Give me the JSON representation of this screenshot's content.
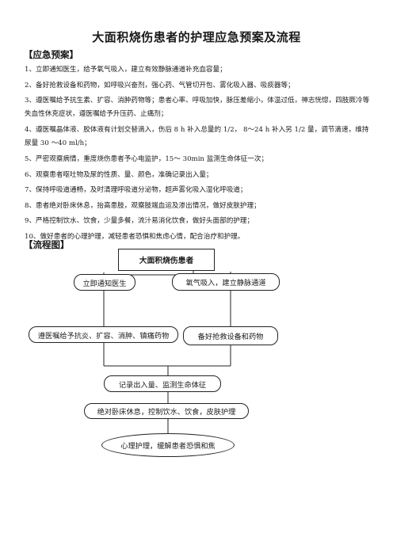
{
  "title": "大面积烧伤患者的护理应急预案及流程",
  "plan_heading": "【应急预案】",
  "items": [
    "1、立即通知医生，给予氧气吸入，建立有效静脉通道补充血容量；",
    "2、备好抢救设备和药物，如呼吸兴奋剂，强心药、气管切开包、雾化吸入器、吸痰器等；",
    "3、遵医嘱给予抗生素、扩容、消肿药物等；患者心率、呼吸加快，脉压差缩小，体温过低，神志恍惚，四肢厥冷等失血性休克症状，遵医嘱给予升压药、止痛剂；",
    "4、遵医嘱晶体液、胶体液有计划交替滴入，伤后 8 h 补入总量的 1/2， 8～24 h 补入另 1/2 量，调节滴速，维持尿量 30 ～40 ml/h；",
    "5、严密观察病情，重度烧伤患者予心电监护，15～ 30min 监测生命体征一次；",
    "6、观察患者呕吐物及尿的性质、量、颜色，准确记录出入量；",
    "7、保持呼吸道通畅，及时清理呼吸道分泌物，超声雾化吸入湿化呼吸道；",
    "8、患者绝对卧床休息，抬高患肢，观察肢端血运及渗出情况，做好皮肤护理；",
    "9、严格控制饮水、饮食，少量多餐，流汁易消化饮食，做好头面部的护理；",
    "10、做好患者的心理护理，减轻患者恐惧和焦虑心情，配合治疗和护理。"
  ],
  "flow_heading": "【流程图】",
  "flow": {
    "start": "大面积烧伤患者",
    "notify": "立即通知医生",
    "oxygen": "氧气吸入，建立静脉通道",
    "meds": "遵医嘱给予抗炎、扩容、消肿、镇痛药物",
    "equipment": "备好抢救设备和药物",
    "record": "记录出入量、监测生命体征",
    "bedrest": "绝对卧床休息，控制饮水、饮食，皮肤护理",
    "psych": "心理护理，缓解患者恐惧和焦"
  }
}
